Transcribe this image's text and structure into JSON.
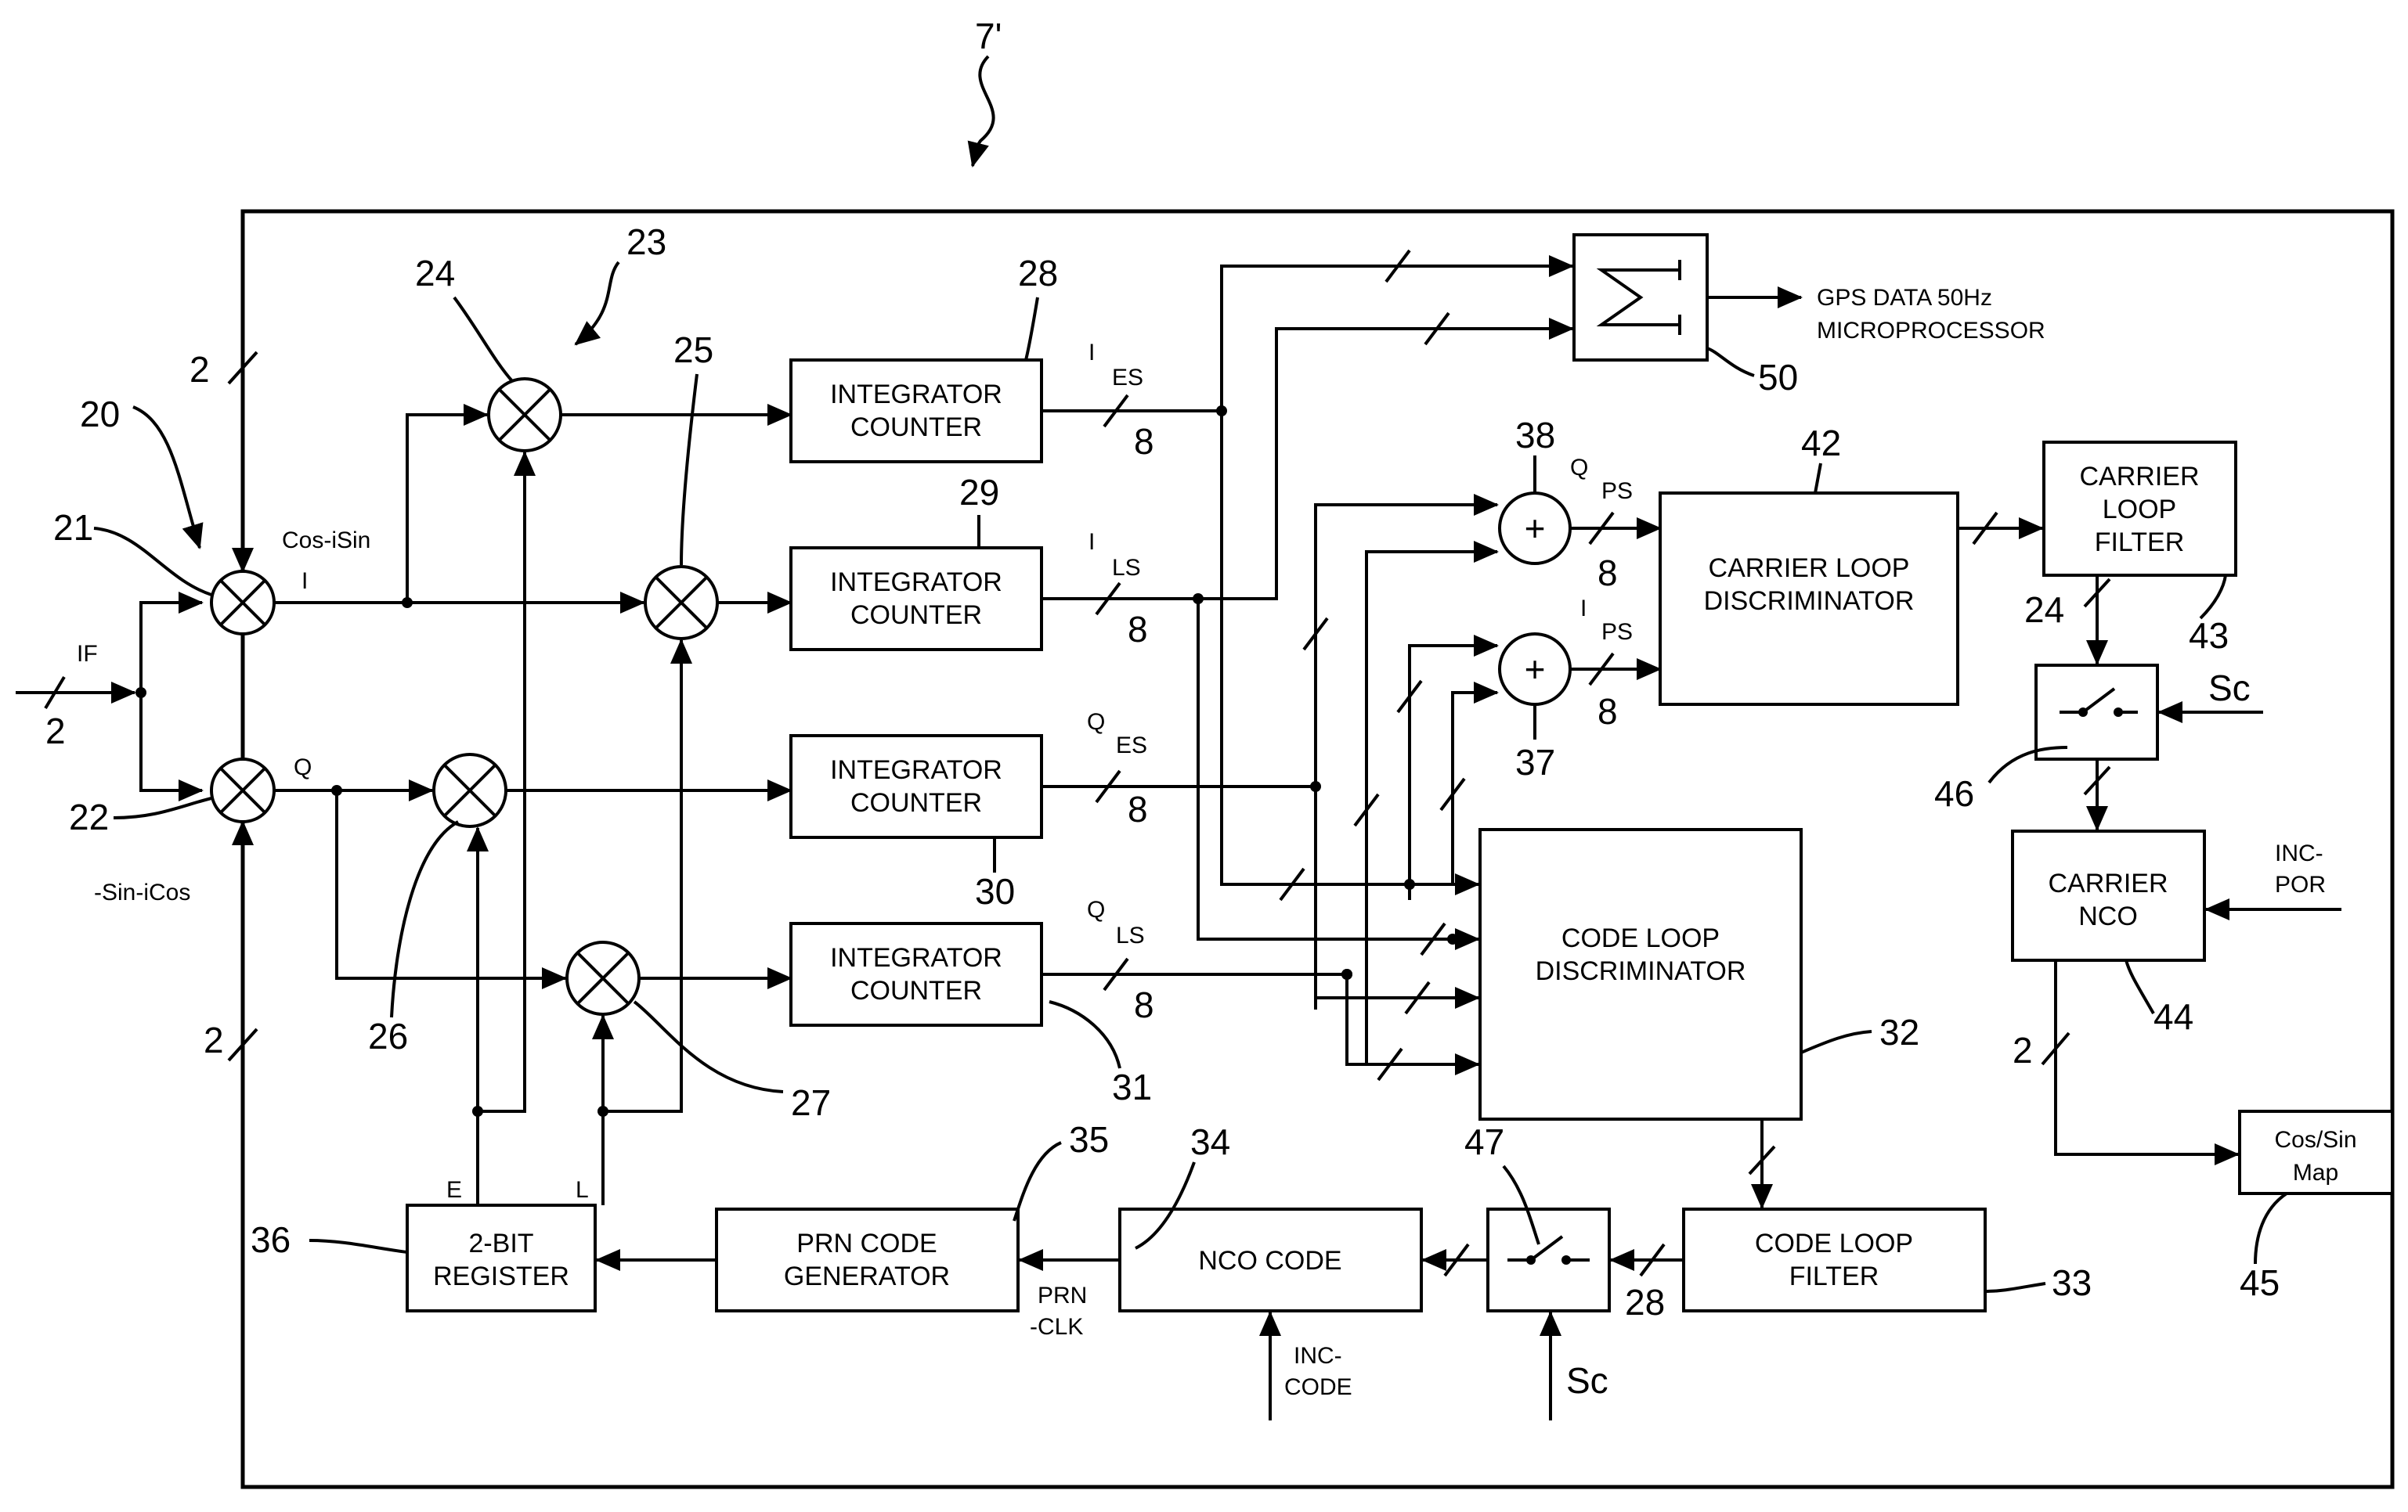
{
  "figure_ref": "7'",
  "blocks": {
    "int28": [
      "INTEGRATOR",
      "COUNTER"
    ],
    "int29": [
      "INTEGRATOR",
      "COUNTER"
    ],
    "int30": [
      "INTEGRATOR",
      "COUNTER"
    ],
    "int31": [
      "INTEGRATOR",
      "COUNTER"
    ],
    "code_disc": [
      "CODE LOOP",
      "DISCRIMINATOR"
    ],
    "carrier_disc": [
      "CARRIER LOOP",
      "DISCRIMINATOR"
    ],
    "carrier_filter": [
      "CARRIER",
      "LOOP",
      "FILTER"
    ],
    "carrier_nco": [
      "CARRIER",
      "NCO"
    ],
    "cossin_map": [
      "Cos/Sin",
      "Map"
    ],
    "code_filter": [
      "CODE LOOP",
      "FILTER"
    ],
    "nco_code": "NCO CODE",
    "prn_gen": [
      "PRN CODE",
      "GENERATOR"
    ],
    "register": [
      "2-BIT",
      "REGISTER"
    ],
    "sum_symbol": "+"
  },
  "signals": {
    "if": "IF",
    "i": "I",
    "q": "Q",
    "cos_isin": "Cos-iSin",
    "sin_icos": "-Sin-iCos",
    "i_es": [
      "I",
      "ES"
    ],
    "i_ls": [
      "I",
      "LS"
    ],
    "q_es": [
      "Q",
      "ES"
    ],
    "q_ls": [
      "Q",
      "LS"
    ],
    "q_ps": [
      "Q",
      "PS"
    ],
    "i_ps": [
      "I",
      "PS"
    ],
    "gps_data": [
      "GPS DATA 50Hz",
      "MICROPROCESSOR"
    ],
    "sc1": "Sc",
    "sc2": "Sc",
    "inc_por": [
      "INC-",
      "POR"
    ],
    "inc_code": [
      "INC-",
      "CODE"
    ],
    "prn_clk": [
      "PRN",
      "-CLK"
    ],
    "e": "E",
    "l": "L"
  },
  "bus_widths": {
    "if_in": "2",
    "top_in": "2",
    "bottom_in": "2",
    "ies": "8",
    "ils": "8",
    "qes": "8",
    "qls": "8",
    "qps": "8",
    "ips": "8",
    "carrier_to_switch": "24",
    "nco_out": "2",
    "code_to_switch": "28"
  },
  "ref_numerals": {
    "r20": "20",
    "r21": "21",
    "r22": "22",
    "r23": "23",
    "r24": "24",
    "r25": "25",
    "r26": "26",
    "r27": "27",
    "r28": "28",
    "r29": "29",
    "r30": "30",
    "r31": "31",
    "r32": "32",
    "r33": "33",
    "r34": "34",
    "r35": "35",
    "r36": "36",
    "r37": "37",
    "r38": "38",
    "r42": "42",
    "r43": "43",
    "r44": "44",
    "r45": "45",
    "r46": "46",
    "r47": "47",
    "r50": "50"
  }
}
